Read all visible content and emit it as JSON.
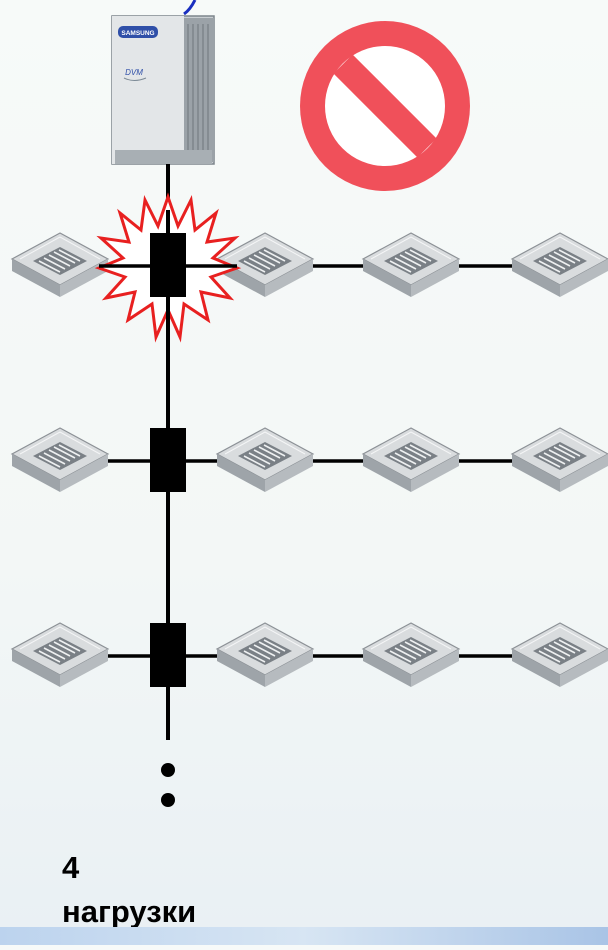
{
  "outdoor_unit": {
    "brand_label": "SAMSUNG",
    "model_label": "DVM"
  },
  "grid": {
    "rows": 3,
    "units_per_row": 4
  },
  "caption": {
    "line1": "4",
    "line2": "нагрузки"
  },
  "colors": {
    "prohibit": "#f0505a",
    "warning": "#e82020",
    "pipe": "#000000"
  }
}
